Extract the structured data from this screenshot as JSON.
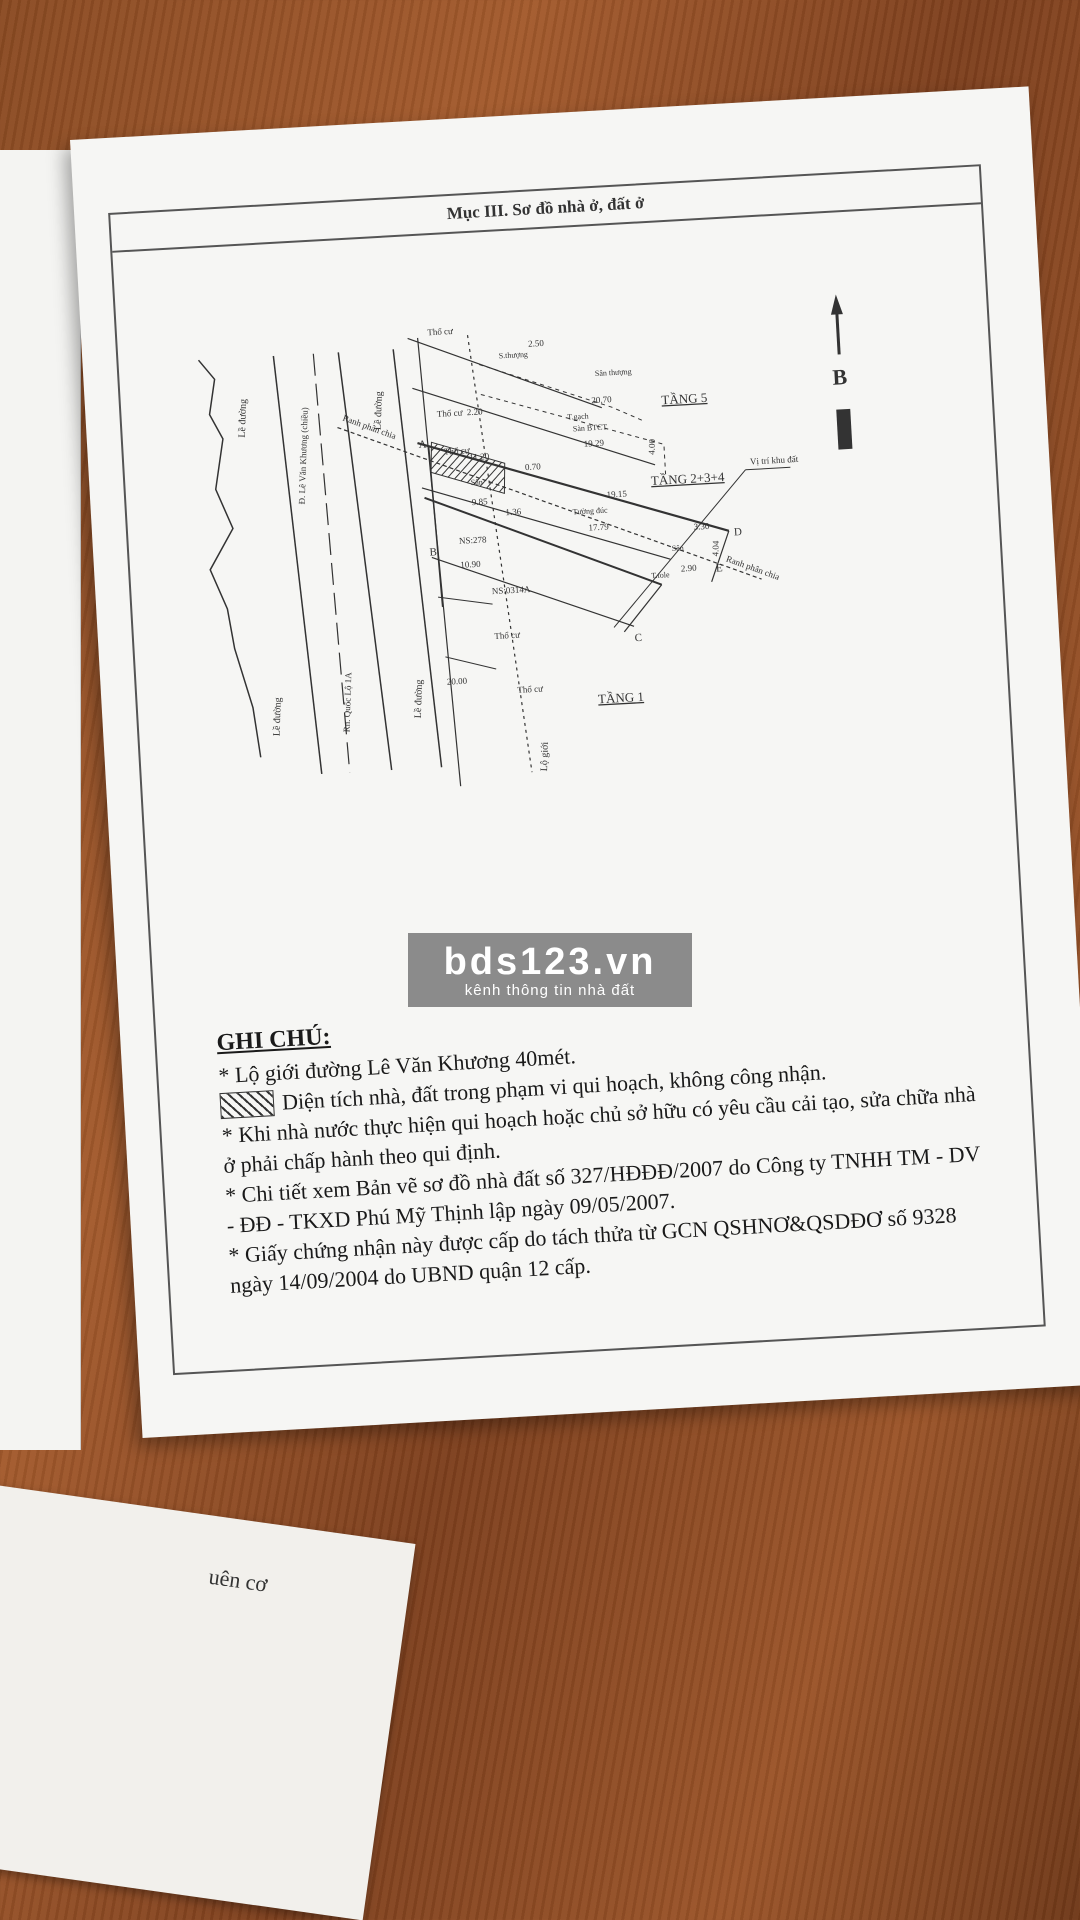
{
  "section_title": "Mục III. Sơ đồ nhà ở, đất ở",
  "diagram": {
    "roads": {
      "le_duong_left": "Lề đường",
      "le_duong_right": "Lề đường",
      "quoc_lo": "Đ. Lê Văn Khương (chiều)",
      "ql1a": "Rn. Quốc Lộ 1A"
    },
    "labels": {
      "tho_cu": "Thổ cư",
      "s_thuong": "S.thượng",
      "san_thuong": "Sân thượng",
      "t_gach": "T.gạch",
      "san_btct": "Sàn BTCT",
      "san": "Sân",
      "tuong_duc": "Tường đúc",
      "t_tole": "T.tole",
      "san2": "Sân",
      "ranh_phan_chia": "Ranh phân chia",
      "ns278": "NS:278",
      "ns0314a": "NS:0314A",
      "loi_gioi": "Lộ giới",
      "vi_tri": "Vị trí khu đất",
      "north": "B"
    },
    "floors": {
      "tang5": "TẦNG 5",
      "tang234": "TẦNG 2+3+4",
      "tang1": "TẦNG 1"
    },
    "points": [
      "A",
      "B",
      "C",
      "D",
      "E"
    ],
    "dimensions": {
      "d1": "2.50",
      "d2": "20.70",
      "d3": "2.20",
      "d4": "19.29",
      "d5": "4.00",
      "d6": "11.20",
      "d7": "0.70",
      "d8": "19.15",
      "d9": "9.85",
      "d10": "1.36",
      "d11": "17.79",
      "d12": "3.30",
      "d13": "2.90",
      "d14": "10.90",
      "d15": "20.00",
      "d16": "4.04"
    }
  },
  "notes": {
    "title": "GHI CHÚ:",
    "line1": "* Lộ giới đường Lê Văn Khương 40mét.",
    "legend": "Diện tích nhà, đất trong phạm vi qui hoạch, không công nhận.",
    "line3": "* Khi nhà nước thực hiện qui hoạch hoặc chủ sở hữu có yêu cầu cải tạo, sửa chữa nhà ở phải chấp hành theo qui định.",
    "line4": "* Chi tiết xem Bản vẽ sơ đồ nhà đất số 327/HĐĐĐ/2007 do Công ty TNHH TM - DV - ĐĐ - TKXD Phú Mỹ Thịnh lập ngày 09/05/2007.",
    "line5": "* Giấy chứng nhận này được cấp do tách thửa từ GCN QSHNƠ&QSDĐƠ số 9328 ngày 14/09/2004 do UBND quận 12 cấp."
  },
  "watermark": {
    "main": "bds123.vn",
    "sub": "kênh thông tin nhà đất"
  },
  "under_sheet_fragment": "uên cơ"
}
